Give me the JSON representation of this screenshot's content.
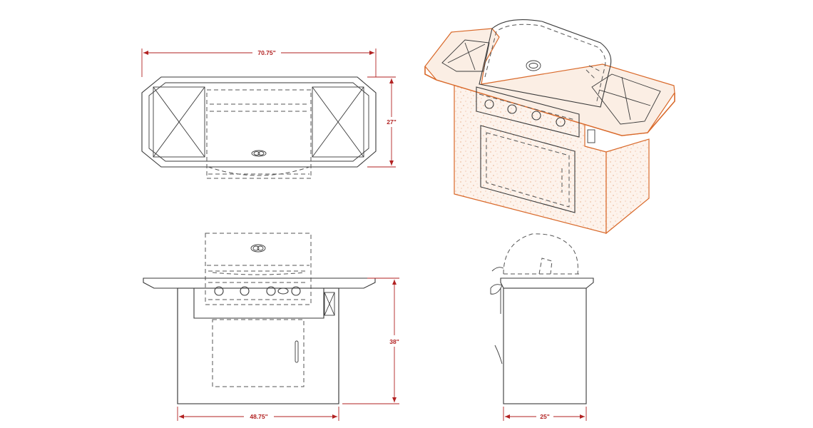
{
  "dimensions": {
    "overall_width": "70.75\"",
    "depth": "27\"",
    "height": "38\"",
    "base_width": "48.75\"",
    "base_depth": "25\""
  },
  "colors": {
    "dimension_line": "#b22222",
    "outline": "#3a3a3a",
    "stucco_accent": "#d9692a"
  }
}
